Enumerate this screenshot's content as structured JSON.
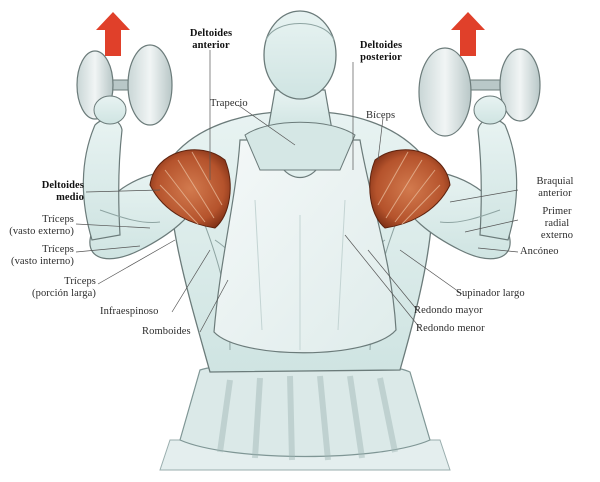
{
  "labels": {
    "deltoides_anterior": "Deltoides\nanterior",
    "deltoides_posterior": "Deltoides\nposterior",
    "deltoides_medio": "Deltoides\nmedio",
    "trapecio": "Trapecio",
    "biceps": "Bíceps",
    "braquial_anterior": "Braquial\nanterior",
    "primer_radial_externo": "Primer\nradial\nexterno",
    "anconeo": "Ancóneo",
    "triceps_vasto_externo": "Tríceps\n(vasto externo)",
    "triceps_vasto_interno": "Tríceps\n(vasto interno)",
    "triceps_porcion_larga": "Tríceps\n(porción larga)",
    "infraespinoso": "Infraespinoso",
    "romboides": "Romboides",
    "supinador_largo": "Supinador largo",
    "redondo_mayor": "Redondo mayor",
    "redondo_menor": "Redondo menor"
  },
  "colors": {
    "muscle_highlight": "#b5532c",
    "muscle_highlight_dark": "#7a2d14",
    "arrow_red": "#e0402a",
    "skin_tint": "#d9ecea",
    "line": "#6b7b7a"
  },
  "icons": {
    "left_arrow": "up-arrow-icon",
    "right_arrow": "up-arrow-icon"
  }
}
